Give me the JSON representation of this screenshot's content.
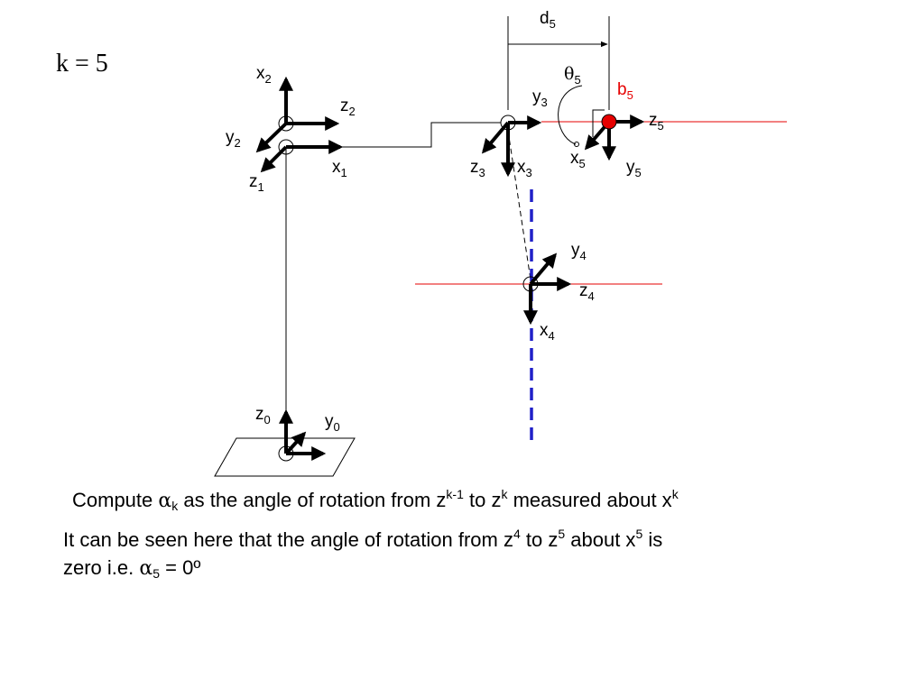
{
  "title": {
    "k_text": "k = 5"
  },
  "labels": {
    "d": "d",
    "d_sub": "5",
    "theta": "θ",
    "theta_sub": "5",
    "b": "b",
    "b_sub": "5",
    "x2": "x",
    "x2_sub": "2",
    "z2": "z",
    "z2_sub": "2",
    "y2": "y",
    "y2_sub": "2",
    "z1": "z",
    "z1_sub": "1",
    "x1": "x",
    "x1_sub": "1",
    "y3": "y",
    "y3_sub": "3",
    "z3": "z",
    "z3_sub": "3",
    "x3": "x",
    "x3_sub": "3",
    "z5": "z",
    "z5_sub": "5",
    "x5": "x",
    "x5_sub": "5",
    "y5": "y",
    "y5_sub": "5",
    "y4": "y",
    "y4_sub": "4",
    "z4": "z",
    "z4_sub": "4",
    "x4": "x",
    "x4_sub": "4",
    "z0": "z",
    "z0_sub": "0",
    "y0": "y",
    "y0_sub": "0"
  },
  "text": {
    "line1": {
      "p1": "Compute ",
      "alpha": "α",
      "alpha_sub": "k",
      "p2": " as the angle of rotation from z",
      "sup1": "k-1",
      "p3": " to z",
      "sup2": "k",
      "p4": " measured about x",
      "sup3": "k"
    },
    "line2": {
      "p1": "It can be seen here that the angle of rotation from z",
      "sup1": "4",
      "p2": " to z",
      "sup2": "5",
      "p3": " about x",
      "sup3": "5",
      "p4": "  is"
    },
    "line3": {
      "p1": "zero  i.e. ",
      "alpha": "α",
      "alpha_sub": "5",
      "p2": " = 0º"
    }
  },
  "colors": {
    "axis_line": "#e60000",
    "joint_axis": "#2020c8",
    "joint_dot": "#e60000",
    "ink": "#000000"
  }
}
